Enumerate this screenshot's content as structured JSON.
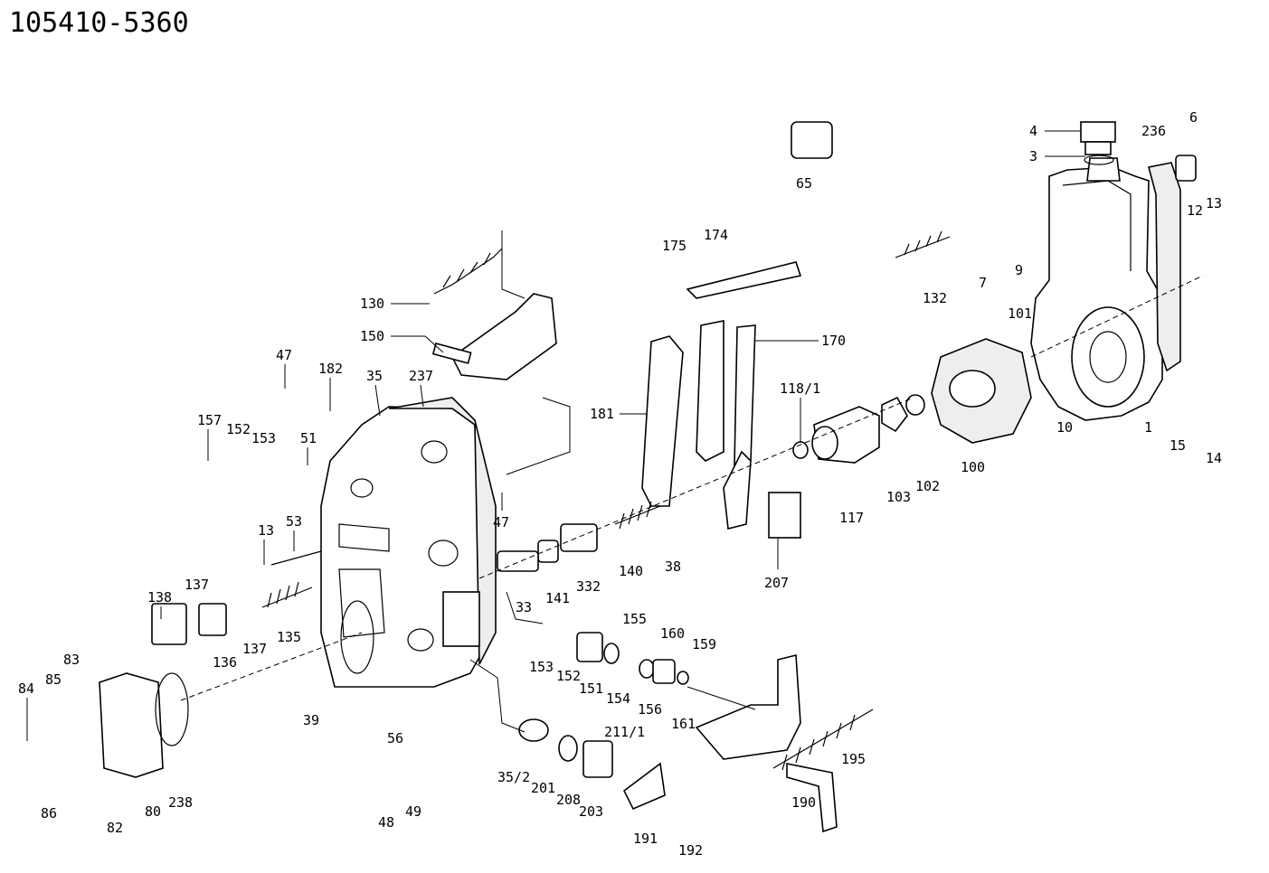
{
  "title": "105410-5360",
  "callouts": [
    {
      "id": "c4",
      "label": "4"
    },
    {
      "id": "c3",
      "label": "3"
    },
    {
      "id": "c236",
      "label": "236"
    },
    {
      "id": "c6",
      "label": "6"
    },
    {
      "id": "c13a",
      "label": "13"
    },
    {
      "id": "c12",
      "label": "12"
    },
    {
      "id": "c65",
      "label": "65"
    },
    {
      "id": "c175",
      "label": "175"
    },
    {
      "id": "c174",
      "label": "174"
    },
    {
      "id": "c132",
      "label": "132"
    },
    {
      "id": "c7",
      "label": "7"
    },
    {
      "id": "c9",
      "label": "9"
    },
    {
      "id": "c130",
      "label": "130"
    },
    {
      "id": "c150",
      "label": "150"
    },
    {
      "id": "c170",
      "label": "170"
    },
    {
      "id": "c101",
      "label": "101"
    },
    {
      "id": "c47a",
      "label": "47"
    },
    {
      "id": "c182",
      "label": "182"
    },
    {
      "id": "c35",
      "label": "35"
    },
    {
      "id": "c237",
      "label": "237"
    },
    {
      "id": "c181",
      "label": "181"
    },
    {
      "id": "c1181",
      "label": "118/1"
    },
    {
      "id": "c10",
      "label": "10"
    },
    {
      "id": "c1",
      "label": "1"
    },
    {
      "id": "c15",
      "label": "15"
    },
    {
      "id": "c14",
      "label": "14"
    },
    {
      "id": "c157",
      "label": "157"
    },
    {
      "id": "c152a",
      "label": "152"
    },
    {
      "id": "c153a",
      "label": "153"
    },
    {
      "id": "c51",
      "label": "51"
    },
    {
      "id": "c100",
      "label": "100"
    },
    {
      "id": "c102",
      "label": "102"
    },
    {
      "id": "c103",
      "label": "103"
    },
    {
      "id": "c117",
      "label": "117"
    },
    {
      "id": "c47b",
      "label": "47"
    },
    {
      "id": "c207",
      "label": "207"
    },
    {
      "id": "c13b",
      "label": "13"
    },
    {
      "id": "c53",
      "label": "53"
    },
    {
      "id": "c38",
      "label": "38"
    },
    {
      "id": "c140",
      "label": "140"
    },
    {
      "id": "c332",
      "label": "332"
    },
    {
      "id": "c141",
      "label": "141"
    },
    {
      "id": "c33",
      "label": "33"
    },
    {
      "id": "c138",
      "label": "138"
    },
    {
      "id": "c137a",
      "label": "137"
    },
    {
      "id": "c136",
      "label": "136"
    },
    {
      "id": "c137b",
      "label": "137"
    },
    {
      "id": "c135",
      "label": "135"
    },
    {
      "id": "c155",
      "label": "155"
    },
    {
      "id": "c160",
      "label": "160"
    },
    {
      "id": "c159",
      "label": "159"
    },
    {
      "id": "c153b",
      "label": "153"
    },
    {
      "id": "c152b",
      "label": "152"
    },
    {
      "id": "c151",
      "label": "151"
    },
    {
      "id": "c154",
      "label": "154"
    },
    {
      "id": "c156",
      "label": "156"
    },
    {
      "id": "c161",
      "label": "161"
    },
    {
      "id": "c83",
      "label": "83"
    },
    {
      "id": "c84",
      "label": "84"
    },
    {
      "id": "c85",
      "label": "85"
    },
    {
      "id": "c39",
      "label": "39"
    },
    {
      "id": "c56",
      "label": "56"
    },
    {
      "id": "c195",
      "label": "195"
    },
    {
      "id": "c2111",
      "label": "211/1"
    },
    {
      "id": "c352",
      "label": "35/2"
    },
    {
      "id": "c201",
      "label": "201"
    },
    {
      "id": "c208",
      "label": "208"
    },
    {
      "id": "c203",
      "label": "203"
    },
    {
      "id": "c190",
      "label": "190"
    },
    {
      "id": "c86",
      "label": "86"
    },
    {
      "id": "c82",
      "label": "82"
    },
    {
      "id": "c80",
      "label": "80"
    },
    {
      "id": "c238",
      "label": "238"
    },
    {
      "id": "c48",
      "label": "48"
    },
    {
      "id": "c49",
      "label": "49"
    },
    {
      "id": "c191",
      "label": "191"
    },
    {
      "id": "c192",
      "label": "192"
    }
  ]
}
